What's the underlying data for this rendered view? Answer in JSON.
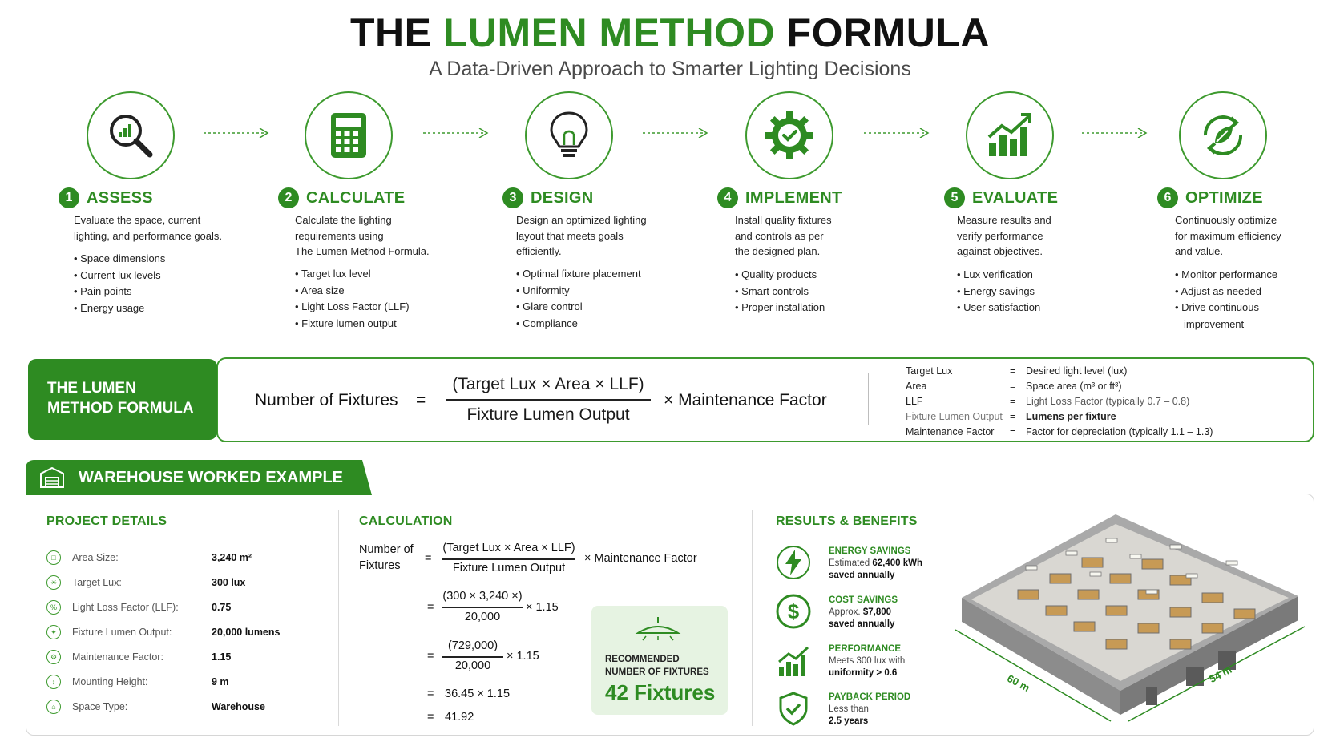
{
  "header": {
    "title_part1": "THE",
    "title_part2": "LUMEN METHOD",
    "title_part3": "FORMULA",
    "subtitle": "A Data-Driven Approach to Smarter Lighting Decisions"
  },
  "steps": [
    {
      "num": "1",
      "name": "ASSESS",
      "icon": "magnifier-chart-icon",
      "desc": [
        "Evaluate the space, current",
        "lighting, and performance goals."
      ],
      "items": [
        "Space dimensions",
        "Current lux levels",
        "Pain points",
        "Energy usage"
      ]
    },
    {
      "num": "2",
      "name": "CALCULATE",
      "icon": "calculator-icon",
      "desc": [
        "Calculate the lighting",
        "requirements using",
        "The Lumen Method Formula."
      ],
      "items": [
        "Target lux level",
        "Area size",
        "Light Loss Factor (LLF)",
        "Fixture lumen output"
      ]
    },
    {
      "num": "3",
      "name": "DESIGN",
      "icon": "lightbulb-icon",
      "desc": [
        "Design an optimized lighting",
        "layout that meets goals",
        "efficiently."
      ],
      "items": [
        "Optimal fixture placement",
        "Uniformity",
        "Glare control",
        "Compliance"
      ]
    },
    {
      "num": "4",
      "name": "IMPLEMENT",
      "icon": "gear-check-icon",
      "desc": [
        "Install quality fixtures",
        "and controls as per",
        "the designed plan."
      ],
      "items": [
        "Quality products",
        "Smart controls",
        "Proper installation"
      ]
    },
    {
      "num": "5",
      "name": "EVALUATE",
      "icon": "growth-chart-icon",
      "desc": [
        "Measure results and",
        "verify performance",
        "against objectives."
      ],
      "items": [
        "Lux verification",
        "Energy savings",
        "User satisfaction"
      ]
    },
    {
      "num": "6",
      "name": "OPTIMIZE",
      "icon": "leaf-cycle-icon",
      "desc": [
        "Continuously optimize",
        "for maximum efficiency",
        "and value."
      ],
      "items": [
        "Monitor performance",
        "Adjust as needed",
        "Drive continuous",
        "improvement"
      ]
    }
  ],
  "formula": {
    "label_line1": "THE LUMEN",
    "label_line2": "METHOD FORMULA",
    "lhs": "Number of Fixtures",
    "equals": "=",
    "numerator": "(Target Lux × Area × LLF)",
    "denominator": "Fixture Lumen Output",
    "multiplier": "× Maintenance Factor",
    "legend": [
      {
        "key": "Target Lux",
        "eq": "=",
        "value": "Desired light level (lux)"
      },
      {
        "key": "Area",
        "eq": "=",
        "value": "Space area (m³ or ft³)"
      },
      {
        "key": "LLF",
        "eq": "=",
        "value": "Light Loss Factor (typically 0.7 – 0.8)"
      },
      {
        "key": "Fixture Lumen Output",
        "eq": "=",
        "value": "Lumens per fixture"
      },
      {
        "key": "Maintenance Factor",
        "eq": "=",
        "value": "Factor for depreciation (typically 1.1 – 1.3)"
      }
    ]
  },
  "worked_example": {
    "tab_title": "WAREHOUSE WORKED EXAMPLE",
    "project_details": {
      "title": "PROJECT DETAILS",
      "rows": [
        {
          "label": "Area Size:",
          "value": "3,240 m²"
        },
        {
          "label": "Target Lux:",
          "value": "300 lux"
        },
        {
          "label": "Light Loss Factor (LLF):",
          "value": "0.75"
        },
        {
          "label": "Fixture Lumen Output:",
          "value": "20,000 lumens"
        },
        {
          "label": "Maintenance Factor:",
          "value": "1.15"
        },
        {
          "label": "Mounting Height:",
          "value": "9 m"
        },
        {
          "label": "Space Type:",
          "value": "Warehouse"
        }
      ]
    },
    "calculation": {
      "title": "CALCULATION",
      "lhs_line1": "Number of",
      "lhs_line2": "Fixtures",
      "eq": "=",
      "num1": "(Target Lux × Area × LLF)",
      "den1": "Fixture Lumen Output",
      "mult1": "× Maintenance Factor",
      "num2": "(300 × 3,240 ×)",
      "den2": "20,000",
      "mult2": "× 1.15",
      "num3": "(729,000)",
      "den3": "20,000",
      "mult3": "× 1.15",
      "line4": "36.45 × 1.15",
      "line5": "41.92"
    },
    "recommendation": {
      "label_line1": "RECOMMENDED",
      "label_line2": "NUMBER OF FIXTURES",
      "value": "42 Fixtures"
    },
    "results": {
      "title": "RESULTS & BENEFITS",
      "items": [
        {
          "icon": "lightning-icon",
          "title": "ENERGY SAVINGS",
          "line1_pre": "Estimated",
          "line1_val": "62,400 kWh",
          "line2": "saved annually"
        },
        {
          "icon": "dollar-icon",
          "title": "COST SAVINGS",
          "line1_pre": "Approx.",
          "line1_val": "$7,800",
          "line2": "saved annually"
        },
        {
          "icon": "bar-growth-icon",
          "title": "PERFORMANCE",
          "line1_pre": "Meets 300 lux with",
          "line1_val": "",
          "line2": "uniformity > 0.6"
        },
        {
          "icon": "shield-check-icon",
          "title": "PAYBACK PERIOD",
          "line1_pre": "Less than",
          "line1_val": "",
          "line2": "2.5 years"
        }
      ]
    },
    "dimensions": {
      "width": "60 m",
      "depth": "54 m"
    }
  },
  "colors": {
    "accent": "#2e8b22",
    "accent_light": "#e6f3e2"
  }
}
